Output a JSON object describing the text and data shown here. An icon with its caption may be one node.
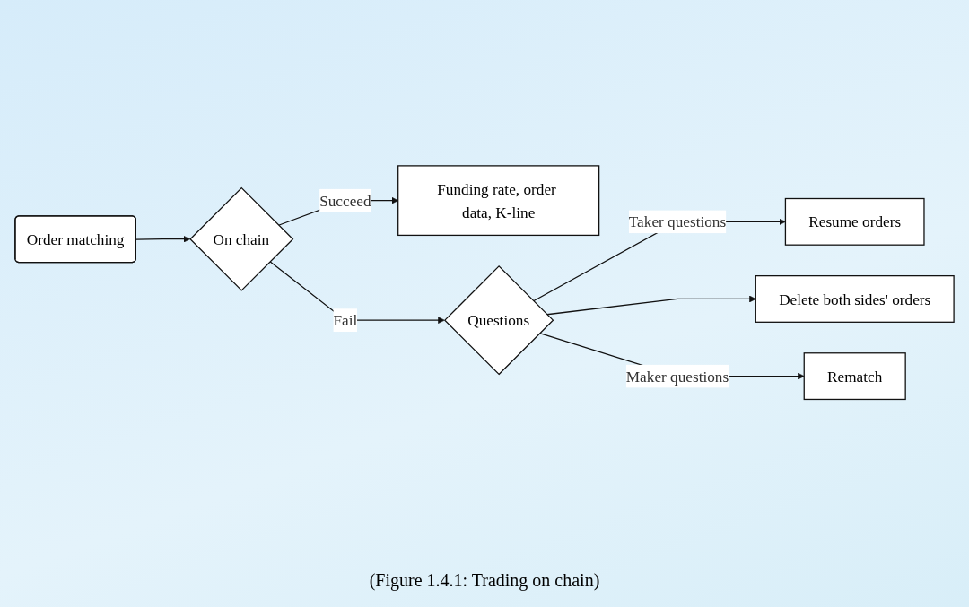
{
  "diagram": {
    "caption": "(Figure 1.4.1: Trading on chain)",
    "nodes": [
      {
        "text": [
          "Order matching"
        ]
      },
      {
        "text": [
          "On chain"
        ]
      },
      {
        "text": [
          "Funding rate, order data, K-line"
        ]
      },
      {
        "text": [
          "Questions"
        ]
      },
      {
        "text": [
          "Resume orders"
        ]
      },
      {
        "text": [
          "Delete both sides' orders"
        ]
      },
      {
        "text": [
          "Rematch"
        ]
      }
    ],
    "edges": [
      {
        "from": 0,
        "to": 1,
        "arrow": "to"
      },
      {
        "from": 1,
        "to": 2,
        "arrow": "to",
        "label": "Succeed"
      },
      {
        "from": 1,
        "to": 3,
        "arrow": "to",
        "label": "Fail"
      },
      {
        "from": 3,
        "to": 4,
        "arrow": "to",
        "label": "Taker questions"
      },
      {
        "from": 3,
        "to": 5,
        "arrow": "to"
      },
      {
        "from": 3,
        "to": 6,
        "arrow": "to",
        "label": "Maker questions"
      }
    ]
  }
}
